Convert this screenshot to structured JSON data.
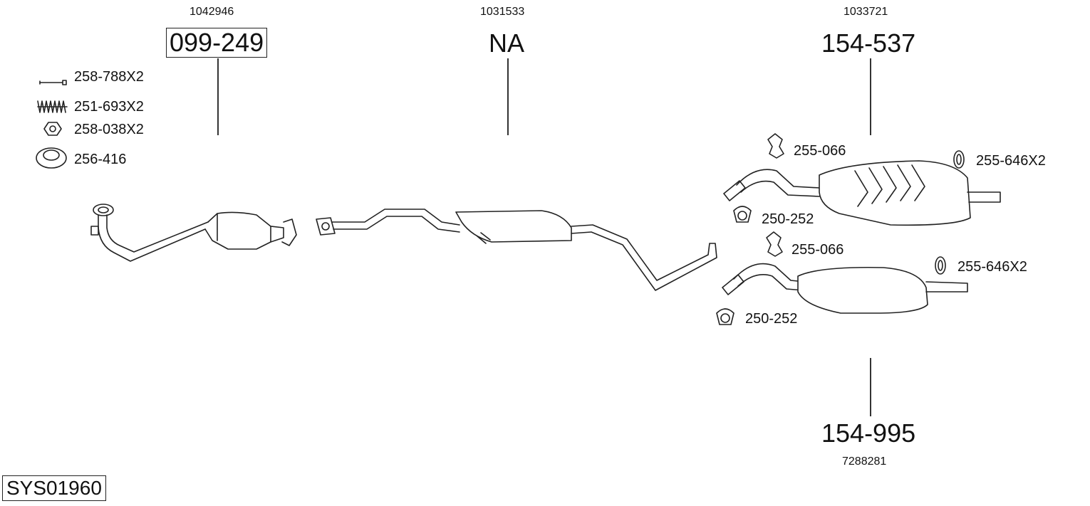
{
  "front": {
    "oem": "1042946",
    "part": "099-249"
  },
  "middle": {
    "oem": "1031533",
    "part": "NA"
  },
  "rear_upper": {
    "oem": "1033721",
    "part": "154-537"
  },
  "rear_lower": {
    "oem": "7288281",
    "part": "154-995"
  },
  "front_accessories": [
    {
      "label": "258-788X2",
      "icon": "bolt-icon"
    },
    {
      "label": "251-693X2",
      "icon": "spring-icon"
    },
    {
      "label": "258-038X2",
      "icon": "nut-icon"
    },
    {
      "label": "256-416",
      "icon": "gasket-ring-icon"
    }
  ],
  "upper_rear_accessories": {
    "hanger": "255-066",
    "ring": "255-646X2",
    "clamp": "250-252"
  },
  "lower_rear_accessories": {
    "hanger": "255-066",
    "ring": "255-646X2",
    "clamp": "250-252"
  },
  "system_id": "SYS01960"
}
